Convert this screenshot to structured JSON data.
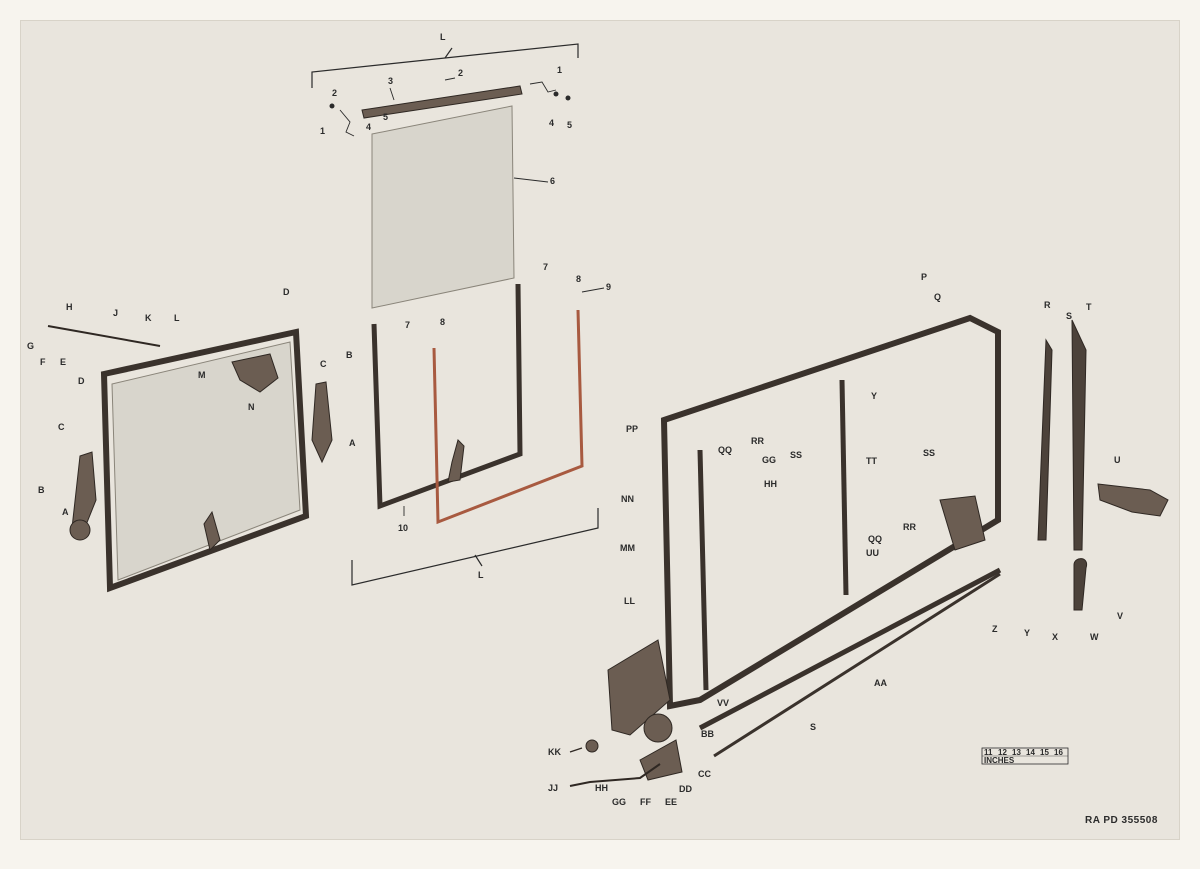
{
  "drawing_id": "RA PD 355508",
  "scale": {
    "numbers": [
      "11",
      "12",
      "13",
      "14",
      "15",
      "16"
    ],
    "unit": "INCHES"
  },
  "bracket_labels": {
    "top": "L",
    "bottom": "L"
  },
  "callouts": {
    "n1a": "1",
    "n1b": "1",
    "n2a": "2",
    "n2b": "2",
    "n3": "3",
    "n4a": "4",
    "n4b": "4",
    "n5a": "5",
    "n5b": "5",
    "n6": "6",
    "n7a": "7",
    "n7b": "7",
    "n8a": "8",
    "n8b": "8",
    "n9": "9",
    "n10": "10",
    "A1": "A",
    "A2": "A",
    "B1": "B",
    "B2": "B",
    "C1": "C",
    "C2": "C",
    "D1": "D",
    "D2": "D",
    "E": "E",
    "F": "F",
    "G": "G",
    "H": "H",
    "J": "J",
    "K": "K",
    "L": "L",
    "M": "M",
    "N": "N",
    "P": "P",
    "Q": "Q",
    "R": "R",
    "S1": "S",
    "S2": "S",
    "T": "T",
    "U": "U",
    "V": "V",
    "W": "W",
    "X": "X",
    "Y1": "Y",
    "Y2": "Y",
    "Z": "Z",
    "AA": "AA",
    "BB": "BB",
    "CC": "CC",
    "DD": "DD",
    "EE": "EE",
    "FF": "FF",
    "GG1": "GG",
    "GG2": "GG",
    "HH1": "HH",
    "HH2": "HH",
    "JJ": "JJ",
    "KK": "KK",
    "LL": "LL",
    "MM": "MM",
    "NN": "NN",
    "PP": "PP",
    "QQ1": "QQ",
    "QQ2": "QQ",
    "RR1": "RR",
    "RR2": "RR",
    "SS1": "SS",
    "SS2": "SS",
    "TT": "TT",
    "UU": "UU",
    "VV": "VV"
  }
}
